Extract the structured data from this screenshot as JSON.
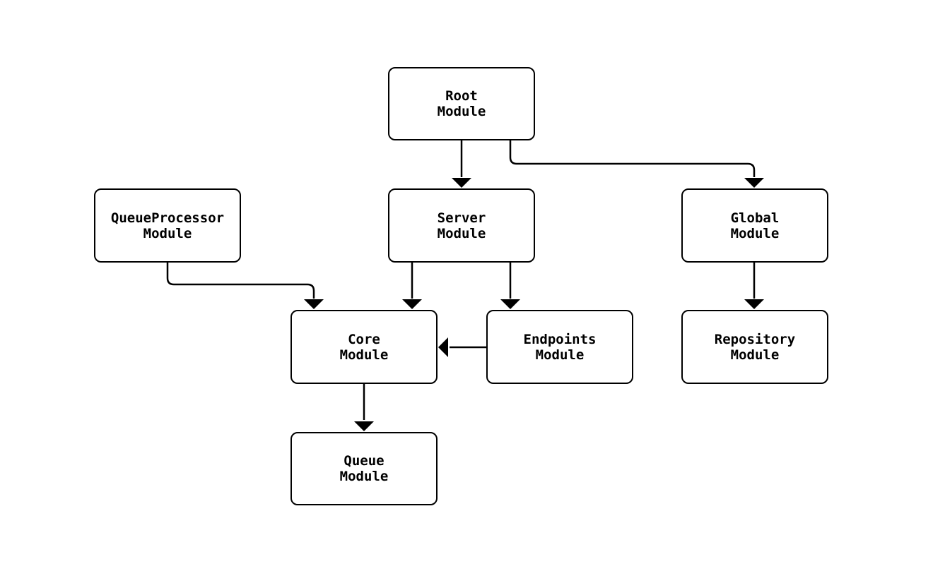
{
  "diagram": {
    "type": "module-dependency-flowchart",
    "background": "#ffffff",
    "node_fill": "#ffffff",
    "stroke_color": "#000000",
    "text_color": "#000000",
    "nodes": [
      {
        "id": "root",
        "line1": "Root",
        "line2": "Module"
      },
      {
        "id": "queueprocessor",
        "line1": "QueueProcessor",
        "line2": "Module"
      },
      {
        "id": "server",
        "line1": "Server",
        "line2": "Module"
      },
      {
        "id": "global",
        "line1": "Global",
        "line2": "Module"
      },
      {
        "id": "core",
        "line1": "Core",
        "line2": "Module"
      },
      {
        "id": "endpoints",
        "line1": "Endpoints",
        "line2": "Module"
      },
      {
        "id": "repository",
        "line1": "Repository",
        "line2": "Module"
      },
      {
        "id": "queue",
        "line1": "Queue",
        "line2": "Module"
      }
    ],
    "edges": [
      {
        "from": "root",
        "to": "server"
      },
      {
        "from": "root",
        "to": "global"
      },
      {
        "from": "queueprocessor",
        "to": "core"
      },
      {
        "from": "server",
        "to": "core"
      },
      {
        "from": "server",
        "to": "endpoints"
      },
      {
        "from": "endpoints",
        "to": "core"
      },
      {
        "from": "global",
        "to": "repository"
      },
      {
        "from": "core",
        "to": "queue"
      }
    ]
  }
}
